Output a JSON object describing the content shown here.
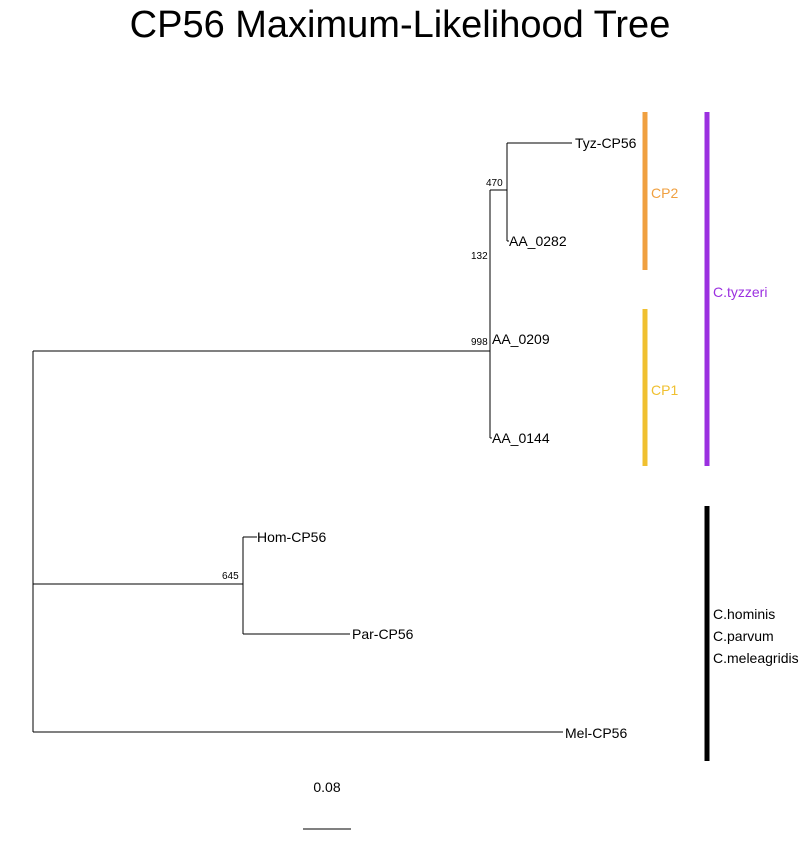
{
  "title": "CP56 Maximum-Likelihood Tree",
  "tips": {
    "tyz": "Tyz-CP56",
    "aa0282": "AA_0282",
    "aa0209": "AA_0209",
    "aa0144": "AA_0144",
    "hom": "Hom-CP56",
    "par": "Par-CP56",
    "mel": "Mel-CP56"
  },
  "bootstrap": {
    "b470": "470",
    "b132": "132",
    "b998": "998",
    "b645": "645"
  },
  "clades": {
    "cp2": {
      "label": "CP2",
      "color": "#F0A040"
    },
    "cp1": {
      "label": "CP1",
      "color": "#F0C030"
    },
    "tyzzeri": {
      "label": "C.tyzzeri",
      "color": "#9B30E0"
    },
    "other": {
      "lines": [
        "C.hominis",
        "C.parvum",
        "C.meleagridis"
      ],
      "color": "#000000"
    }
  },
  "scale_bar": {
    "label": "0.08"
  }
}
